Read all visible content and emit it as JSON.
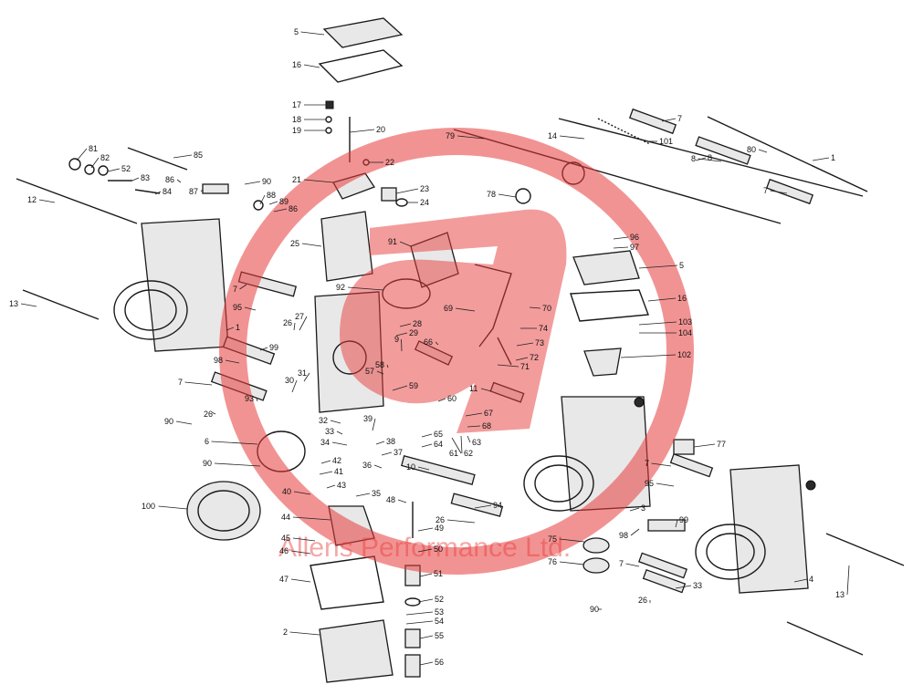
{
  "watermark": {
    "text": "Allens Performance Ltd.",
    "color": "#e83a3a"
  },
  "callouts": [
    "5",
    "16",
    "17",
    "18",
    "19",
    "20",
    "22",
    "21",
    "23",
    "24",
    "25",
    "91",
    "92",
    "79",
    "14",
    "7",
    "101",
    "80",
    "8",
    "7",
    "81",
    "82",
    "52",
    "83",
    "85",
    "86",
    "84",
    "87",
    "90",
    "88",
    "89",
    "86",
    "12",
    "78",
    "96",
    "97",
    "5",
    "16",
    "103",
    "104",
    "102",
    "13",
    "7",
    "95",
    "1",
    "26",
    "27",
    "28",
    "29",
    "69",
    "70",
    "74",
    "73",
    "72",
    "71",
    "66",
    "9",
    "58",
    "57",
    "59",
    "99",
    "98",
    "30",
    "31",
    "7",
    "93",
    "26",
    "90",
    "11",
    "60",
    "67",
    "68",
    "63",
    "62",
    "61",
    "65",
    "64",
    "32",
    "33",
    "39",
    "38",
    "37",
    "34",
    "6",
    "42",
    "41",
    "36",
    "10",
    "90",
    "43",
    "35",
    "40",
    "48",
    "26",
    "94",
    "49",
    "100",
    "44",
    "45",
    "46",
    "50",
    "47",
    "51",
    "52",
    "53",
    "54",
    "2",
    "55",
    "56",
    "3",
    "95",
    "7",
    "99",
    "75",
    "98",
    "76",
    "7",
    "33",
    "26",
    "90",
    "4",
    "13",
    "77",
    "1",
    "8"
  ]
}
